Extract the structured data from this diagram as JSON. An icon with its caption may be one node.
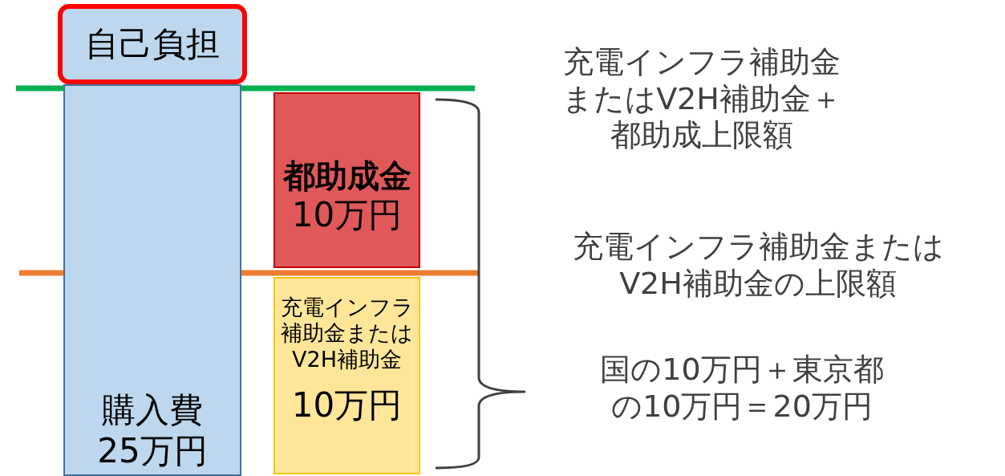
{
  "diagram": {
    "nodes": [
      {
        "text": [
          "購入費25万円"
        ]
      },
      {
        "text": [
          "自己負担"
        ]
      },
      {
        "text": [
          "都助成金",
          "10万円"
        ]
      },
      {
        "text": [
          "充電インフラ補助金またはV2H補助金",
          "10万円"
        ]
      }
    ],
    "labels": [
      "充電インフラ補助金またはV2H補助金＋都助成上限額",
      "充電インフラ補助金またはV2H補助金の上限額",
      "国の10万円＋東京都の10万円＝20万円"
    ]
  }
}
